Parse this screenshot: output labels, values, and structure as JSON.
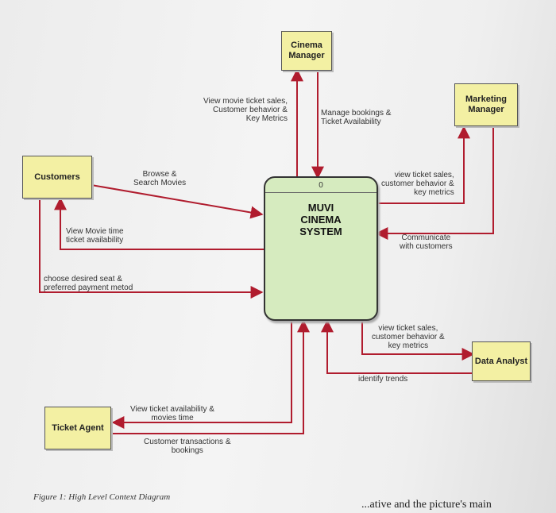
{
  "process": {
    "id": "0",
    "name": "MUVI\nCINEMA\nSYSTEM"
  },
  "entities": {
    "cinema_manager": "Cinema\nManager",
    "marketing_manager": "Marketing\nManager",
    "customers": "Customers",
    "data_analyst": "Data Analyst",
    "ticket_agent": "Ticket Agent"
  },
  "flows": {
    "view_sales_cinema": "View movie ticket sales,\nCustomer behavior &\nKey Metrics",
    "manage_bookings": "Manage bookings &\nTicket Availability",
    "view_sales_marketing": "view ticket sales,\ncustomer behavior &\nkey metrics",
    "communicate": "Communicate\nwith customers",
    "browse": "Browse &\nSearch Movies",
    "view_movie_time": "View Movie time\nticket availability",
    "choose_seat": "choose desired seat &\npreferred payment metod",
    "view_sales_analyst": "view ticket sales,\ncustomer behavior &\nkey metrics",
    "identify_trends": "identify trends",
    "view_ticket_availability": "View ticket availability &\nmovies time",
    "customer_transactions": "Customer transactions &\nbookings"
  },
  "caption": "Figure 1: High Level Context Diagram",
  "cut_text": "...ative and the picture's main",
  "colors": {
    "flow_line": "#b01c2e",
    "entity_fill": "#f3f0a3",
    "process_fill": "#d6ebbf"
  }
}
